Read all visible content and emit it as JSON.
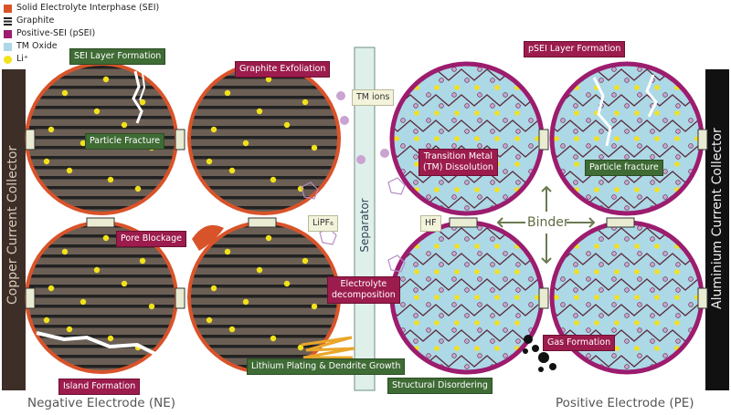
{
  "legend": [
    {
      "label": "Solid Electrolyte Interphase (SEI)",
      "color": "#d9532a"
    },
    {
      "label": "Graphite",
      "color": "#222222"
    },
    {
      "label": "Positive-SEI (pSEI)",
      "color": "#9c1c6e"
    },
    {
      "label": "TM Oxide",
      "color": "#add8e6"
    },
    {
      "label": "Li⁺",
      "color": "#f2e21a"
    }
  ],
  "labels": {
    "sei_formation": "SEI Layer Formation",
    "graphite_exfoliation": "Graphite Exfoliation",
    "particle_fracture_ne": "Particle Fracture",
    "pore_blockage": "Pore Blockage",
    "island_formation": "Island Formation",
    "lithium_plating": "Lithium Plating & Dendrite Growth",
    "electrolyte_decomposition": "Electrolyte\ndecomposition",
    "tm_ions": "TM ions",
    "lipf6": "LiPF₆",
    "hf": "HF",
    "tm_dissolution": "Transition Metal\n(TM) Dissolution",
    "psei_formation": "pSEI Layer Formation",
    "particle_fracture_pe": "Particle fracture",
    "binder": "Binder",
    "gas_formation": "Gas Formation",
    "structural_disordering": "Structural Disordering",
    "separator": "Separator",
    "copper_collector": "Copper Current Collector",
    "aluminium_collector": "Aluminium Current Collector",
    "negative_electrode": "Negative Electrode (NE)",
    "positive_electrode": "Positive Electrode (PE)"
  },
  "colors": {
    "sei": "#d9532a",
    "graphite_bg": "#6b5f55",
    "graphite_line": "#222222",
    "psei": "#9c1c6e",
    "tm_oxide": "#add8e6",
    "li": "#f2e21a",
    "label_green": "#3f6b35",
    "label_magenta": "#9c1c4d",
    "binder": "#e9ecd2",
    "separator": "#dff0ea"
  }
}
